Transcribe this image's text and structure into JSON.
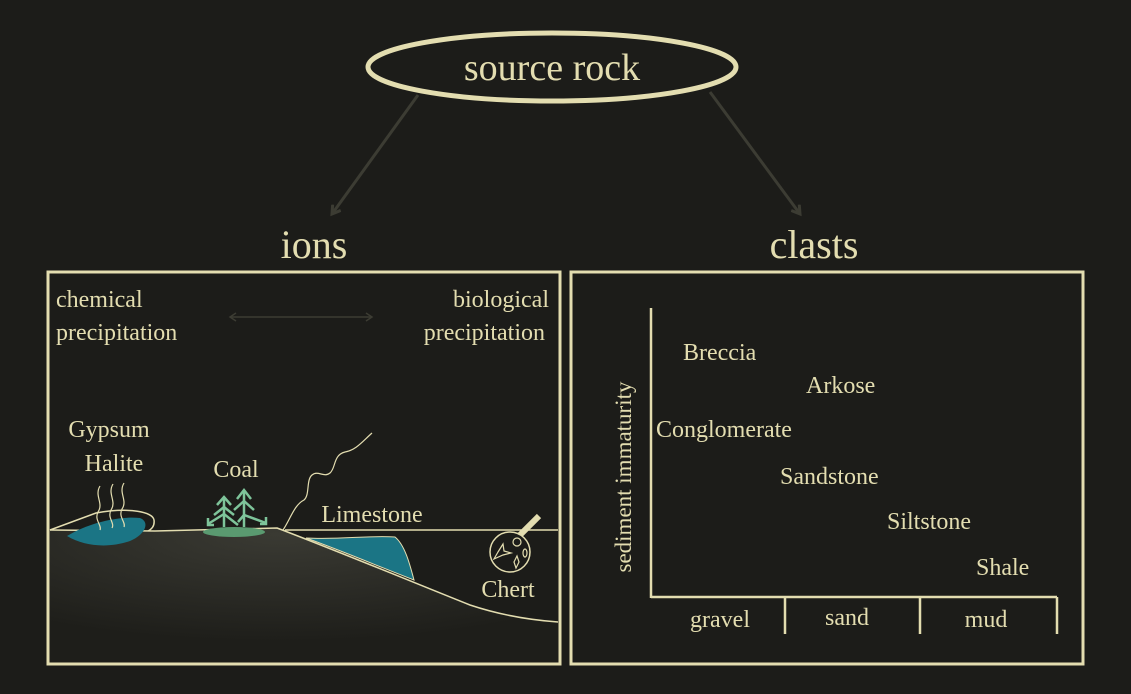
{
  "source": "source rock",
  "branches": {
    "left": "ions",
    "right": "clasts"
  },
  "ions_panel": {
    "left_label": [
      "chemical",
      "precipitation"
    ],
    "right_label": [
      "biological",
      "precipitation"
    ],
    "rocks": {
      "gypsum": "Gypsum",
      "halite": "Halite",
      "coal": "Coal",
      "limestone": "Limestone",
      "chert": "Chert"
    }
  },
  "clasts_panel": {
    "y_axis": "sediment immaturity",
    "x_categories": [
      "gravel",
      "sand",
      "mud"
    ],
    "rocks": [
      "Breccia",
      "Arkose",
      "Conglomerate",
      "Sandstone",
      "Siltstone",
      "Shale"
    ]
  },
  "colors": {
    "line": "#e3ddb0",
    "background": "#1c1c19",
    "water": "#1b7585",
    "vegetation": "#7ec49a",
    "arrow": "#3c3c33"
  }
}
